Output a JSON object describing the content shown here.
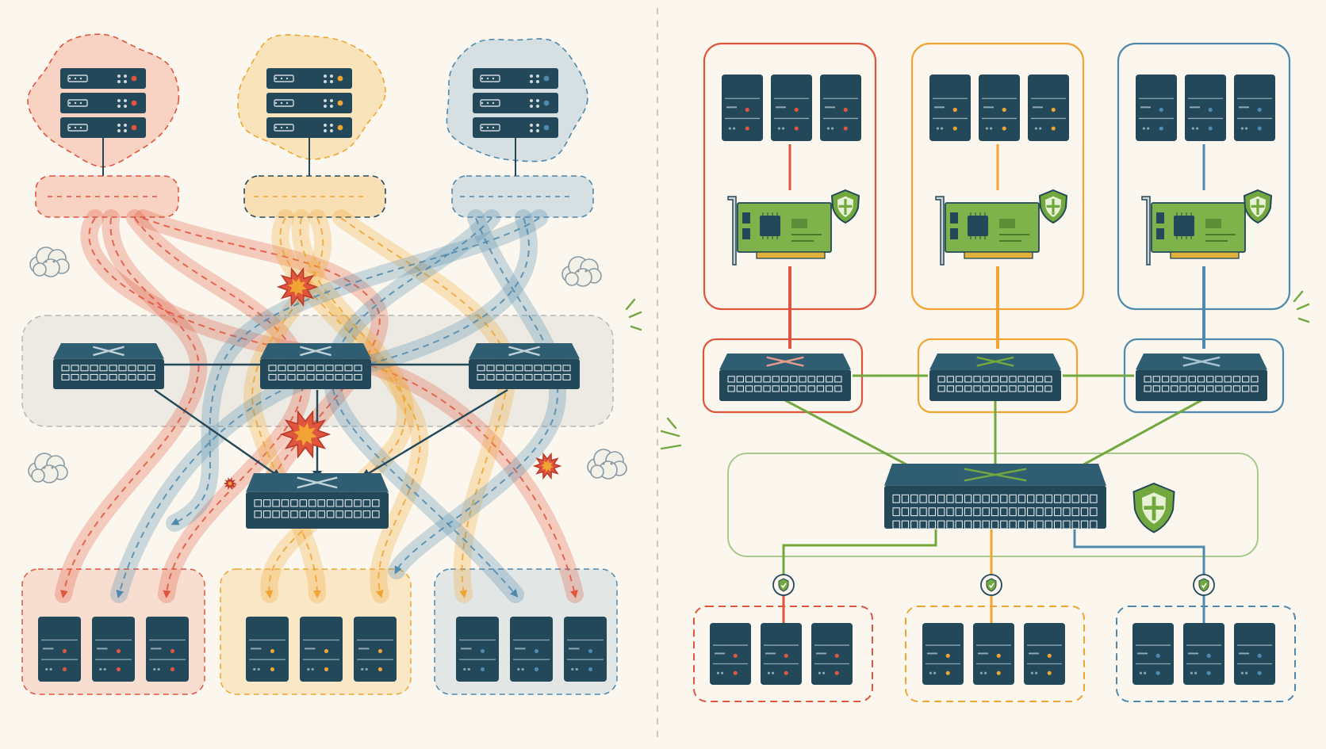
{
  "colors": {
    "background": "#fbf7ee",
    "device": "#22485a",
    "device_light": "#2f5d72",
    "red": "#e0553d",
    "orange": "#f0a532",
    "blue": "#4f89ad",
    "green": "#72a83e",
    "pcb_green": "#7fb24a",
    "divider": "#cfc8b8"
  },
  "icons": {
    "server": "server-icon",
    "switch": "network-switch-icon",
    "nic": "network-card-icon",
    "shield": "shield-check-icon",
    "collision": "collision-burst-icon",
    "cloud": "smoke-cloud-icon"
  },
  "left_panel": {
    "tenants": [
      "red",
      "orange",
      "blue"
    ],
    "racks": 3,
    "edge_switches": 3,
    "core_switches": 1,
    "server_groups": 3,
    "collisions": 4
  },
  "right_panel": {
    "tenants": [
      "red",
      "orange",
      "blue"
    ],
    "racks": 3,
    "nics": 3,
    "edge_switches": 3,
    "core_switches": 1,
    "server_groups": 3,
    "shields": 7
  }
}
